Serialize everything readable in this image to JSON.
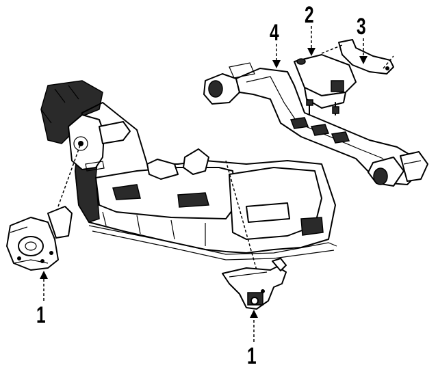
{
  "diagram": {
    "callouts": [
      {
        "id": "1a",
        "text": "1"
      },
      {
        "id": "1b",
        "text": "1"
      },
      {
        "id": "2",
        "text": "2"
      },
      {
        "id": "3",
        "text": "3"
      },
      {
        "id": "4",
        "text": "4"
      }
    ]
  }
}
